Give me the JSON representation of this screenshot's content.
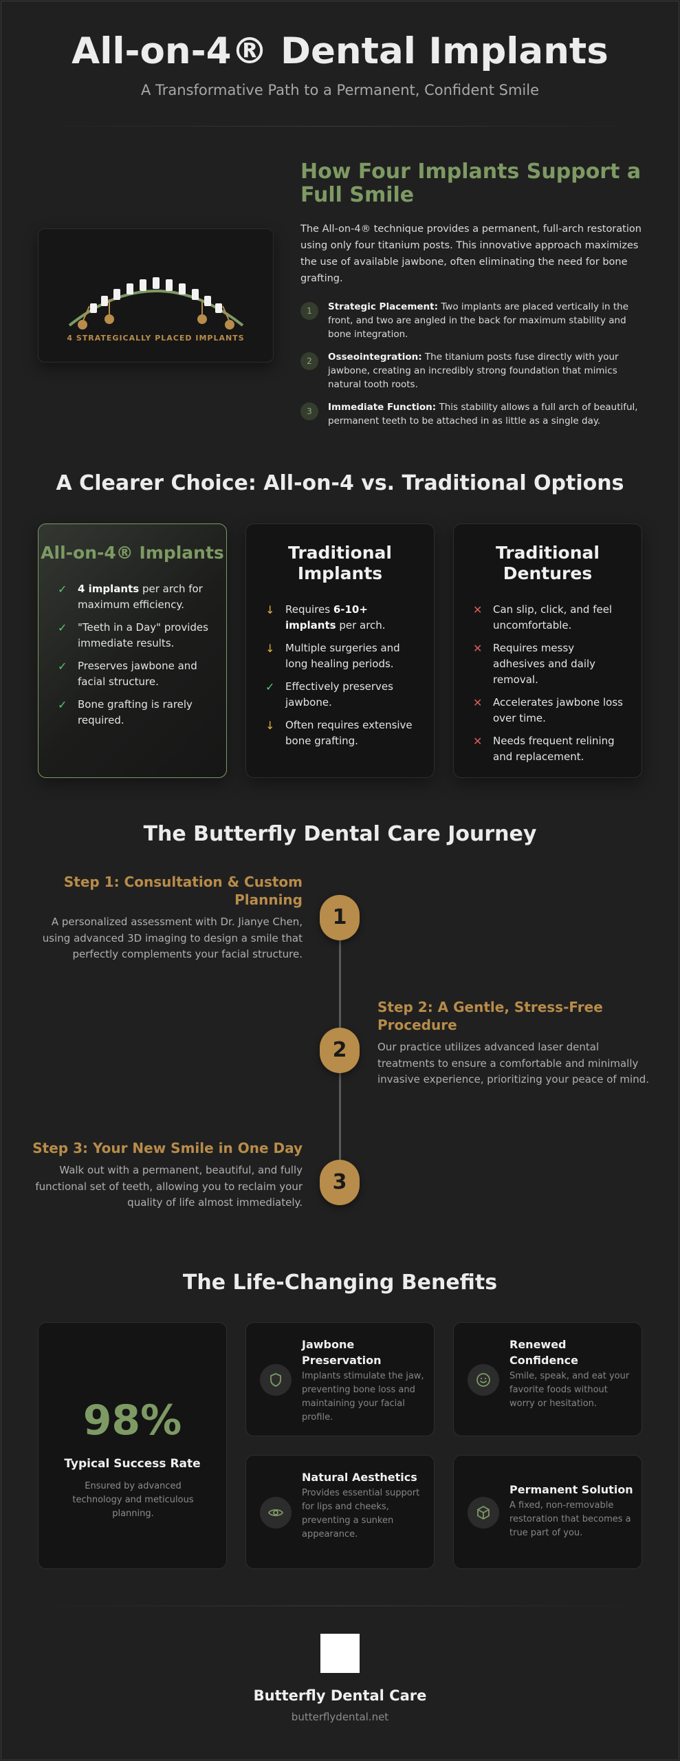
{
  "header": {
    "title": "All-on-4® Dental Implants",
    "subtitle": "A Transformative Path to a Permanent, Confident Smile"
  },
  "overview": {
    "illustration_caption": "4 STRATEGICALLY PLACED IMPLANTS",
    "heading": "How Four Implants Support a Full Smile",
    "intro": "The All-on-4® technique provides a permanent, full-arch restoration using only four titanium posts. This innovative approach maximizes the use of available jawbone, often eliminating the need for bone grafting.",
    "points": [
      {
        "num": "1",
        "title": "Strategic Placement:",
        "text": " Two implants are placed vertically in the front, and two are angled in the back for maximum stability and bone integration."
      },
      {
        "num": "2",
        "title": "Osseointegration:",
        "text": " The titanium posts fuse directly with your jawbone, creating an incredibly strong foundation that mimics natural tooth roots."
      },
      {
        "num": "3",
        "title": "Immediate Function:",
        "text": " This stability allows a full arch of beautiful, permanent teeth to be attached in as little as a single day."
      }
    ]
  },
  "comparison": {
    "heading": "A Clearer Choice: All-on-4 vs. Traditional Options",
    "cards": [
      {
        "title": "All-on-4® Implants",
        "items": [
          {
            "icon": "✓",
            "bold": "4 implants",
            "text": " per arch for maximum efficiency."
          },
          {
            "icon": "✓",
            "bold": "",
            "text": "\"Teeth in a Day\" provides immediate results."
          },
          {
            "icon": "✓",
            "bold": "",
            "text": "Preserves jawbone and facial structure."
          },
          {
            "icon": "✓",
            "bold": "",
            "text": "Bone grafting is rarely required."
          }
        ]
      },
      {
        "title": "Traditional Implants",
        "items": [
          {
            "icon": "↓",
            "pre": "Requires ",
            "bold": "6-10+ implants",
            "text": " per arch."
          },
          {
            "icon": "↓",
            "pre": "",
            "bold": "",
            "text": "Multiple surgeries and long healing periods."
          },
          {
            "icon": "✓",
            "pre": "",
            "bold": "",
            "text": "Effectively preserves jawbone."
          },
          {
            "icon": "↓",
            "pre": "",
            "bold": "",
            "text": "Often requires extensive bone grafting."
          }
        ]
      },
      {
        "title": "Traditional Dentures",
        "items": [
          {
            "icon": "✕",
            "text": "Can slip, click, and feel uncomfortable."
          },
          {
            "icon": "✕",
            "text": "Requires messy adhesives and daily removal."
          },
          {
            "icon": "✕",
            "text": "Accelerates jawbone loss over time."
          },
          {
            "icon": "✕",
            "text": "Needs frequent relining and replacement."
          }
        ]
      }
    ]
  },
  "journey": {
    "heading": "The Butterfly Dental Care Journey",
    "steps": [
      {
        "num": "1",
        "title": "Step 1: Consultation & Custom Planning",
        "text": "A personalized assessment with Dr. Jianye Chen, using advanced 3D imaging to design a smile that perfectly complements your facial structure."
      },
      {
        "num": "2",
        "title": "Step 2: A Gentle, Stress-Free Procedure",
        "text": "Our practice utilizes advanced laser dental treatments to ensure a comfortable and minimally invasive experience, prioritizing your peace of mind."
      },
      {
        "num": "3",
        "title": "Step 3: Your New Smile in One Day",
        "text": "Walk out with a permanent, beautiful, and fully functional set of teeth, allowing you to reclaim your quality of life almost immediately."
      }
    ]
  },
  "benefits": {
    "heading": "The Life-Changing Benefits",
    "stat": {
      "value": "98%",
      "label": "Typical Success Rate",
      "desc": "Ensured by advanced technology and meticulous planning."
    },
    "items": [
      {
        "icon": "shield-icon",
        "title": "Jawbone Preservation",
        "text": "Implants stimulate the jaw, preventing bone loss and maintaining your facial profile."
      },
      {
        "icon": "smile-icon",
        "title": "Renewed Confidence",
        "text": "Smile, speak, and eat your favorite foods without worry or hesitation."
      },
      {
        "icon": "eye-icon",
        "title": "Natural Aesthetics",
        "text": "Provides essential support for lips and cheeks, preventing a sunken appearance."
      },
      {
        "icon": "cube-icon",
        "title": "Permanent Solution",
        "text": "A fixed, non-removable restoration that becomes a true part of you."
      }
    ]
  },
  "footer": {
    "name": "Butterfly Dental Care",
    "url": "butterflydental.net"
  },
  "colors": {
    "background": "#202020",
    "green_accent": "#7e9a64",
    "gold_accent": "#b88c4a",
    "check": "#5cc777",
    "warn": "#e3b13f",
    "error": "#d95c5c"
  }
}
